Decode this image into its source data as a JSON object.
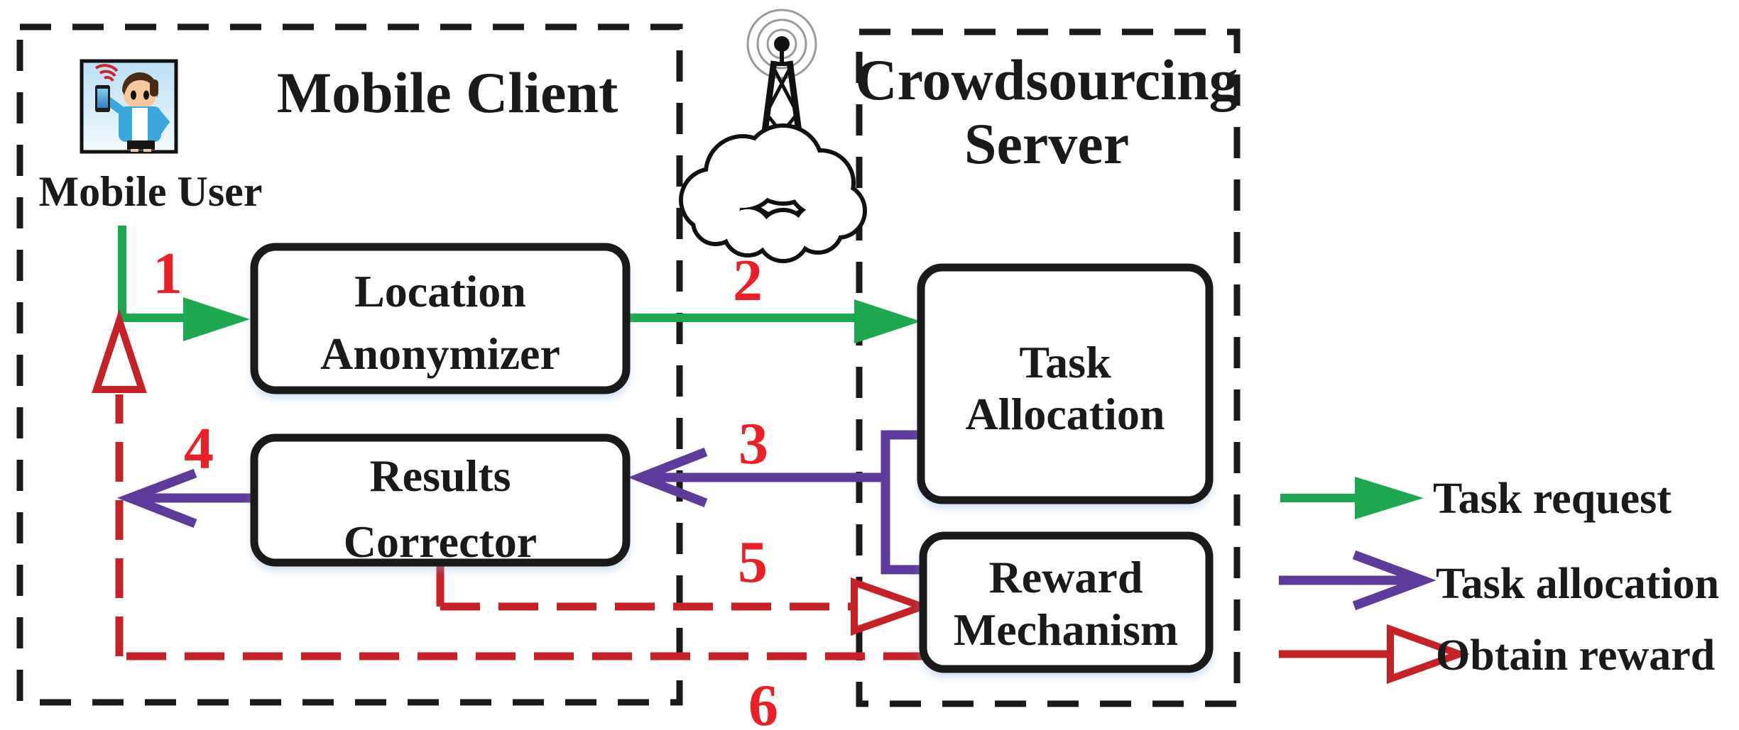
{
  "diagram": {
    "mobile_client": {
      "title": "Mobile Client",
      "user_label": "Mobile User",
      "nodes": {
        "location_anonymizer": {
          "line1": "Location",
          "line2": "Anonymizer"
        },
        "results_corrector": {
          "line1": "Results",
          "line2": "Corrector"
        }
      }
    },
    "crowdsourcing_server": {
      "title_line1": "Crowdsourcing",
      "title_line2": "Server",
      "nodes": {
        "task_allocation": {
          "line1": "Task",
          "line2": "Allocation"
        },
        "reward_mechanism": {
          "line1": "Reward",
          "line2": "Mechanism"
        }
      }
    },
    "steps": {
      "s1": "1",
      "s2": "2",
      "s3": "3",
      "s4": "4",
      "s5": "5",
      "s6": "6"
    },
    "legend": {
      "task_request": "Task request",
      "task_allocation": "Task allocation",
      "obtain_reward": "Obtain reward"
    },
    "colors": {
      "task_request_green": "#1da84f",
      "task_allocation_purple": "#5e3a9c",
      "obtain_reward_red": "#c52127",
      "step_number_red": "#ec1e26",
      "outline_black": "#1a1a1a"
    },
    "icons": {
      "mobile_user": "mobile-user-icon",
      "cell_tower": "cell-tower-icon",
      "cloud": "cloud-icon"
    }
  }
}
